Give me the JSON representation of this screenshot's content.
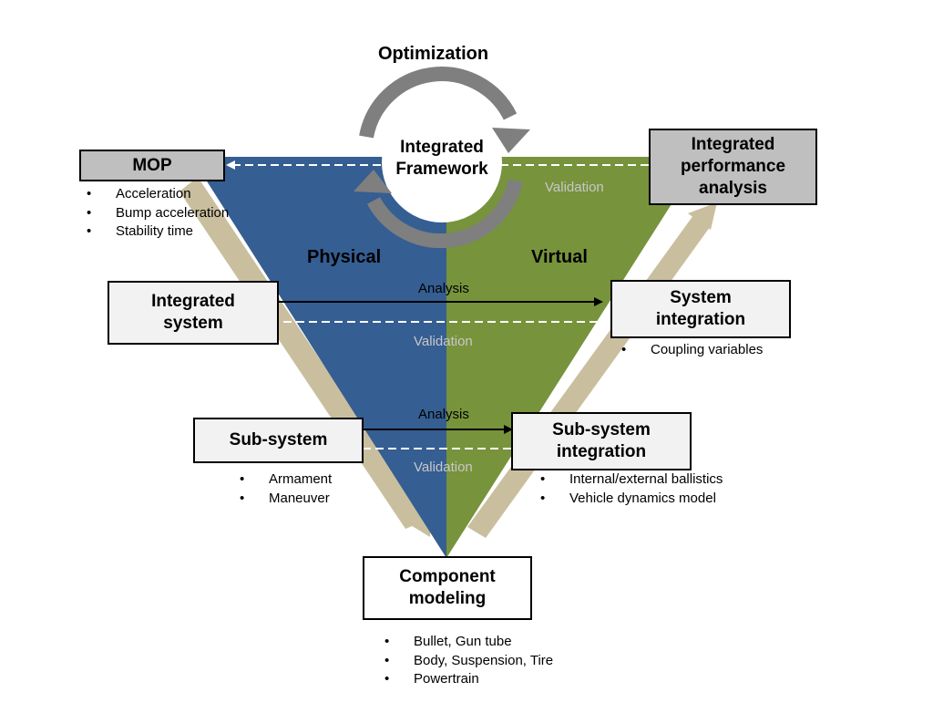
{
  "top": {
    "optimization": "Optimization",
    "hub_line1": "Integrated",
    "hub_line2": "Framework"
  },
  "sides": {
    "physical": "Physical",
    "virtual": "Virtual"
  },
  "flows": {
    "validation_top": "Validation",
    "analysis_system": "Analysis",
    "validation_system": "Validation",
    "analysis_subsystem": "Analysis",
    "validation_subsystem": "Validation"
  },
  "boxes": {
    "mop": {
      "line1": "MOP"
    },
    "integrated_performance": {
      "line1": "Integrated",
      "line2": "performance",
      "line3": "analysis"
    },
    "integrated_system": {
      "line1": "Integrated",
      "line2": "system"
    },
    "system_integration": {
      "line1": "System",
      "line2": "integration"
    },
    "subsystem": {
      "line1": "Sub-system"
    },
    "subsystem_integration": {
      "line1": "Sub-system",
      "line2": "integration"
    },
    "component_modeling": {
      "line1": "Component",
      "line2": "modeling"
    }
  },
  "lists": {
    "mop": [
      "Acceleration",
      "Bump acceleration",
      "Stability time"
    ],
    "system_integration": [
      "Coupling variables"
    ],
    "subsystem": [
      "Armament",
      "Maneuver"
    ],
    "subsystem_integration": [
      "Internal/external ballistics",
      "Vehicle dynamics model"
    ],
    "component": [
      "Bullet, Gun tube",
      "Body, Suspension, Tire",
      "Powertrain"
    ]
  },
  "colors": {
    "physical": "#355e92",
    "virtual": "#77933c",
    "flow_arrow": "#c9bf9e",
    "cycle": "#7f7f7f"
  }
}
